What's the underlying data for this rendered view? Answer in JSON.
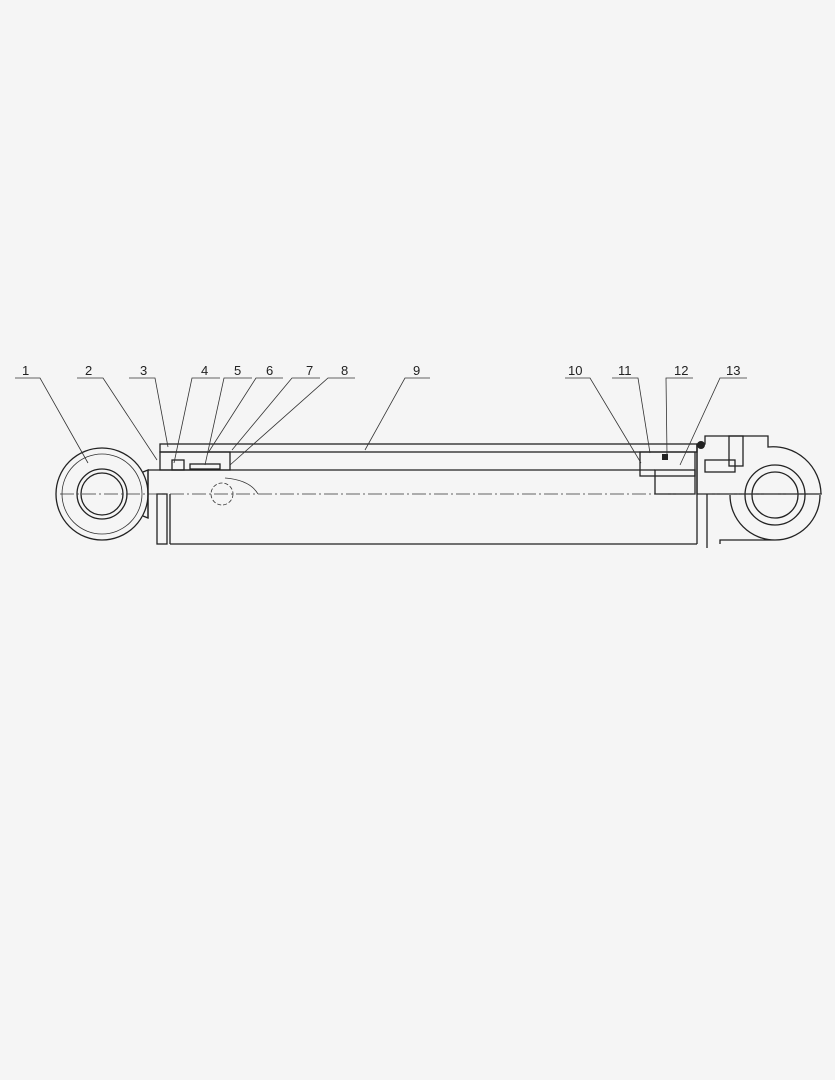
{
  "diagram": {
    "type": "hydraulic cylinder cross-section drawing",
    "callouts": [
      "1",
      "2",
      "3",
      "4",
      "5",
      "6",
      "7",
      "8",
      "9",
      "10",
      "11",
      "12",
      "13"
    ]
  }
}
